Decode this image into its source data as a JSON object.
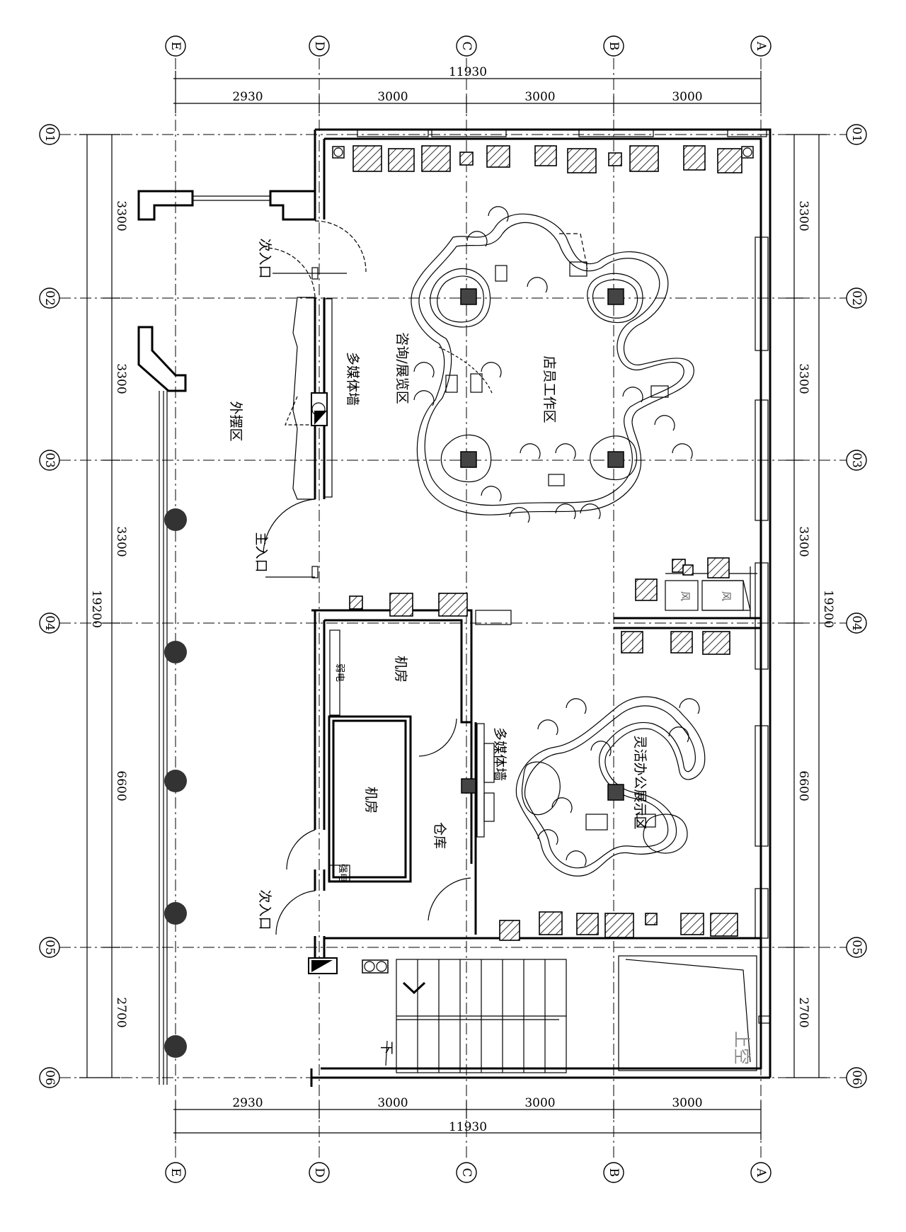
{
  "plan": {
    "cols": [
      {
        "id": "col-a",
        "label": "A"
      },
      {
        "id": "col-b",
        "label": "B"
      },
      {
        "id": "col-c",
        "label": "C"
      },
      {
        "id": "col-d",
        "label": "D"
      },
      {
        "id": "col-e",
        "label": "E"
      }
    ],
    "rows": [
      {
        "id": "row-01",
        "label": "01"
      },
      {
        "id": "row-02",
        "label": "02"
      },
      {
        "id": "row-03",
        "label": "03"
      },
      {
        "id": "row-04",
        "label": "04"
      },
      {
        "id": "row-05",
        "label": "05"
      },
      {
        "id": "row-06",
        "label": "06"
      }
    ],
    "dims": {
      "total_width": "11930",
      "bay_e_d": "2930",
      "bay_d_c": "3000",
      "bay_c_b": "3000",
      "bay_b_a": "3000",
      "total_height": "19200",
      "row_01_02": "3300",
      "row_02_03": "3300",
      "row_03_04": "3300",
      "row_04_05": "6600",
      "row_05_06": "2700"
    },
    "rooms": {
      "secondary_entrance_top": "次入口",
      "multimedia_wall_top": "多媒体墙",
      "consultation_area": "咨询/展览区",
      "staff_work_area": "店员工作区",
      "outdoor_area": "外摆区",
      "main_entrance": "主入口",
      "machine_room_1": "机房",
      "weak_current": "弱电",
      "machine_room_2": "机房",
      "storage": "仓库",
      "multimedia_wall_bottom": "多媒体墙",
      "flexible_office_display": "灵活办公展示区",
      "strong_current": "强电",
      "secondary_entrance_bottom": "次入口",
      "down_label": "下",
      "void_label": "上空",
      "wind_1": "风",
      "wind_2": "风"
    }
  }
}
